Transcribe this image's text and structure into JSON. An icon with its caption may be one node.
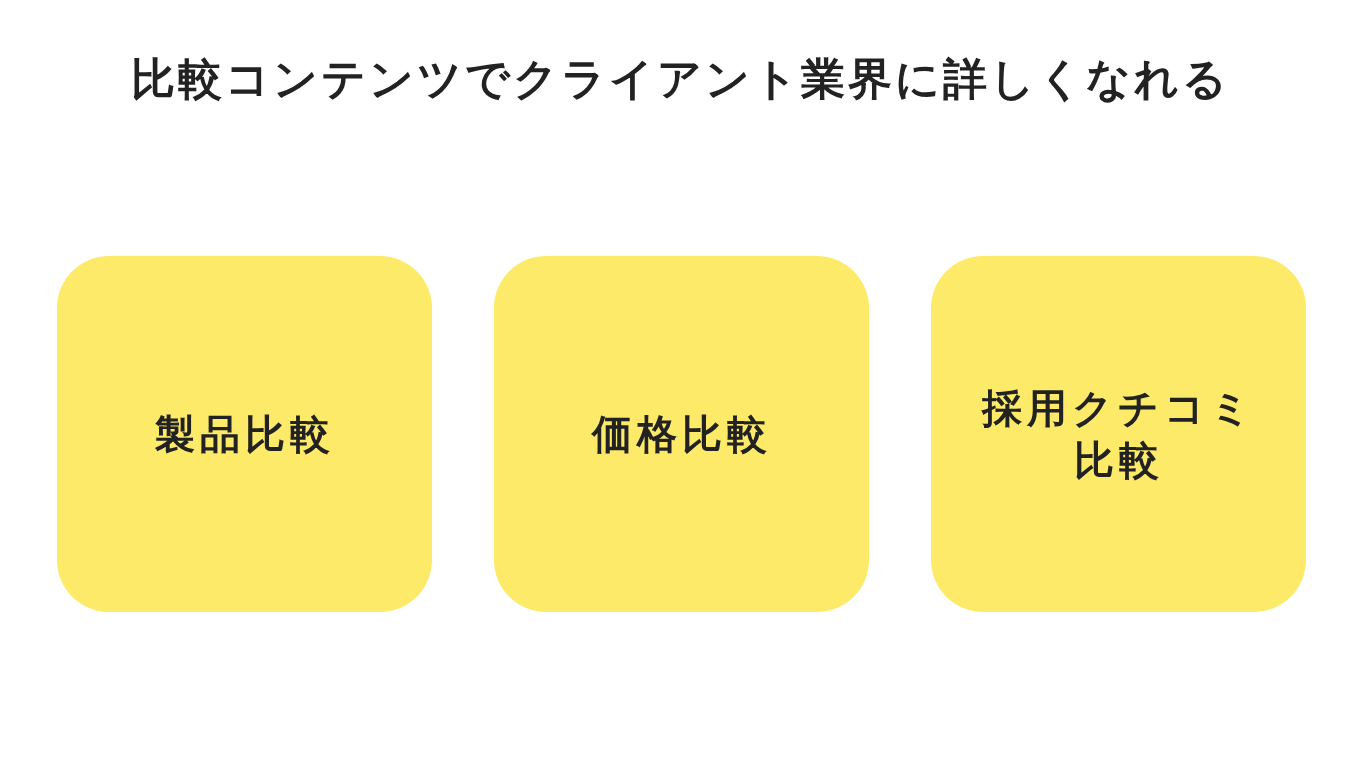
{
  "diagram": {
    "title": "比較コンテンツでクライアント業界に詳しくなれる",
    "nodes": [
      {
        "text": [
          "製品比較"
        ]
      },
      {
        "text": [
          "価格比較"
        ]
      },
      {
        "text": [
          "採用クチコミ比較"
        ]
      }
    ]
  }
}
